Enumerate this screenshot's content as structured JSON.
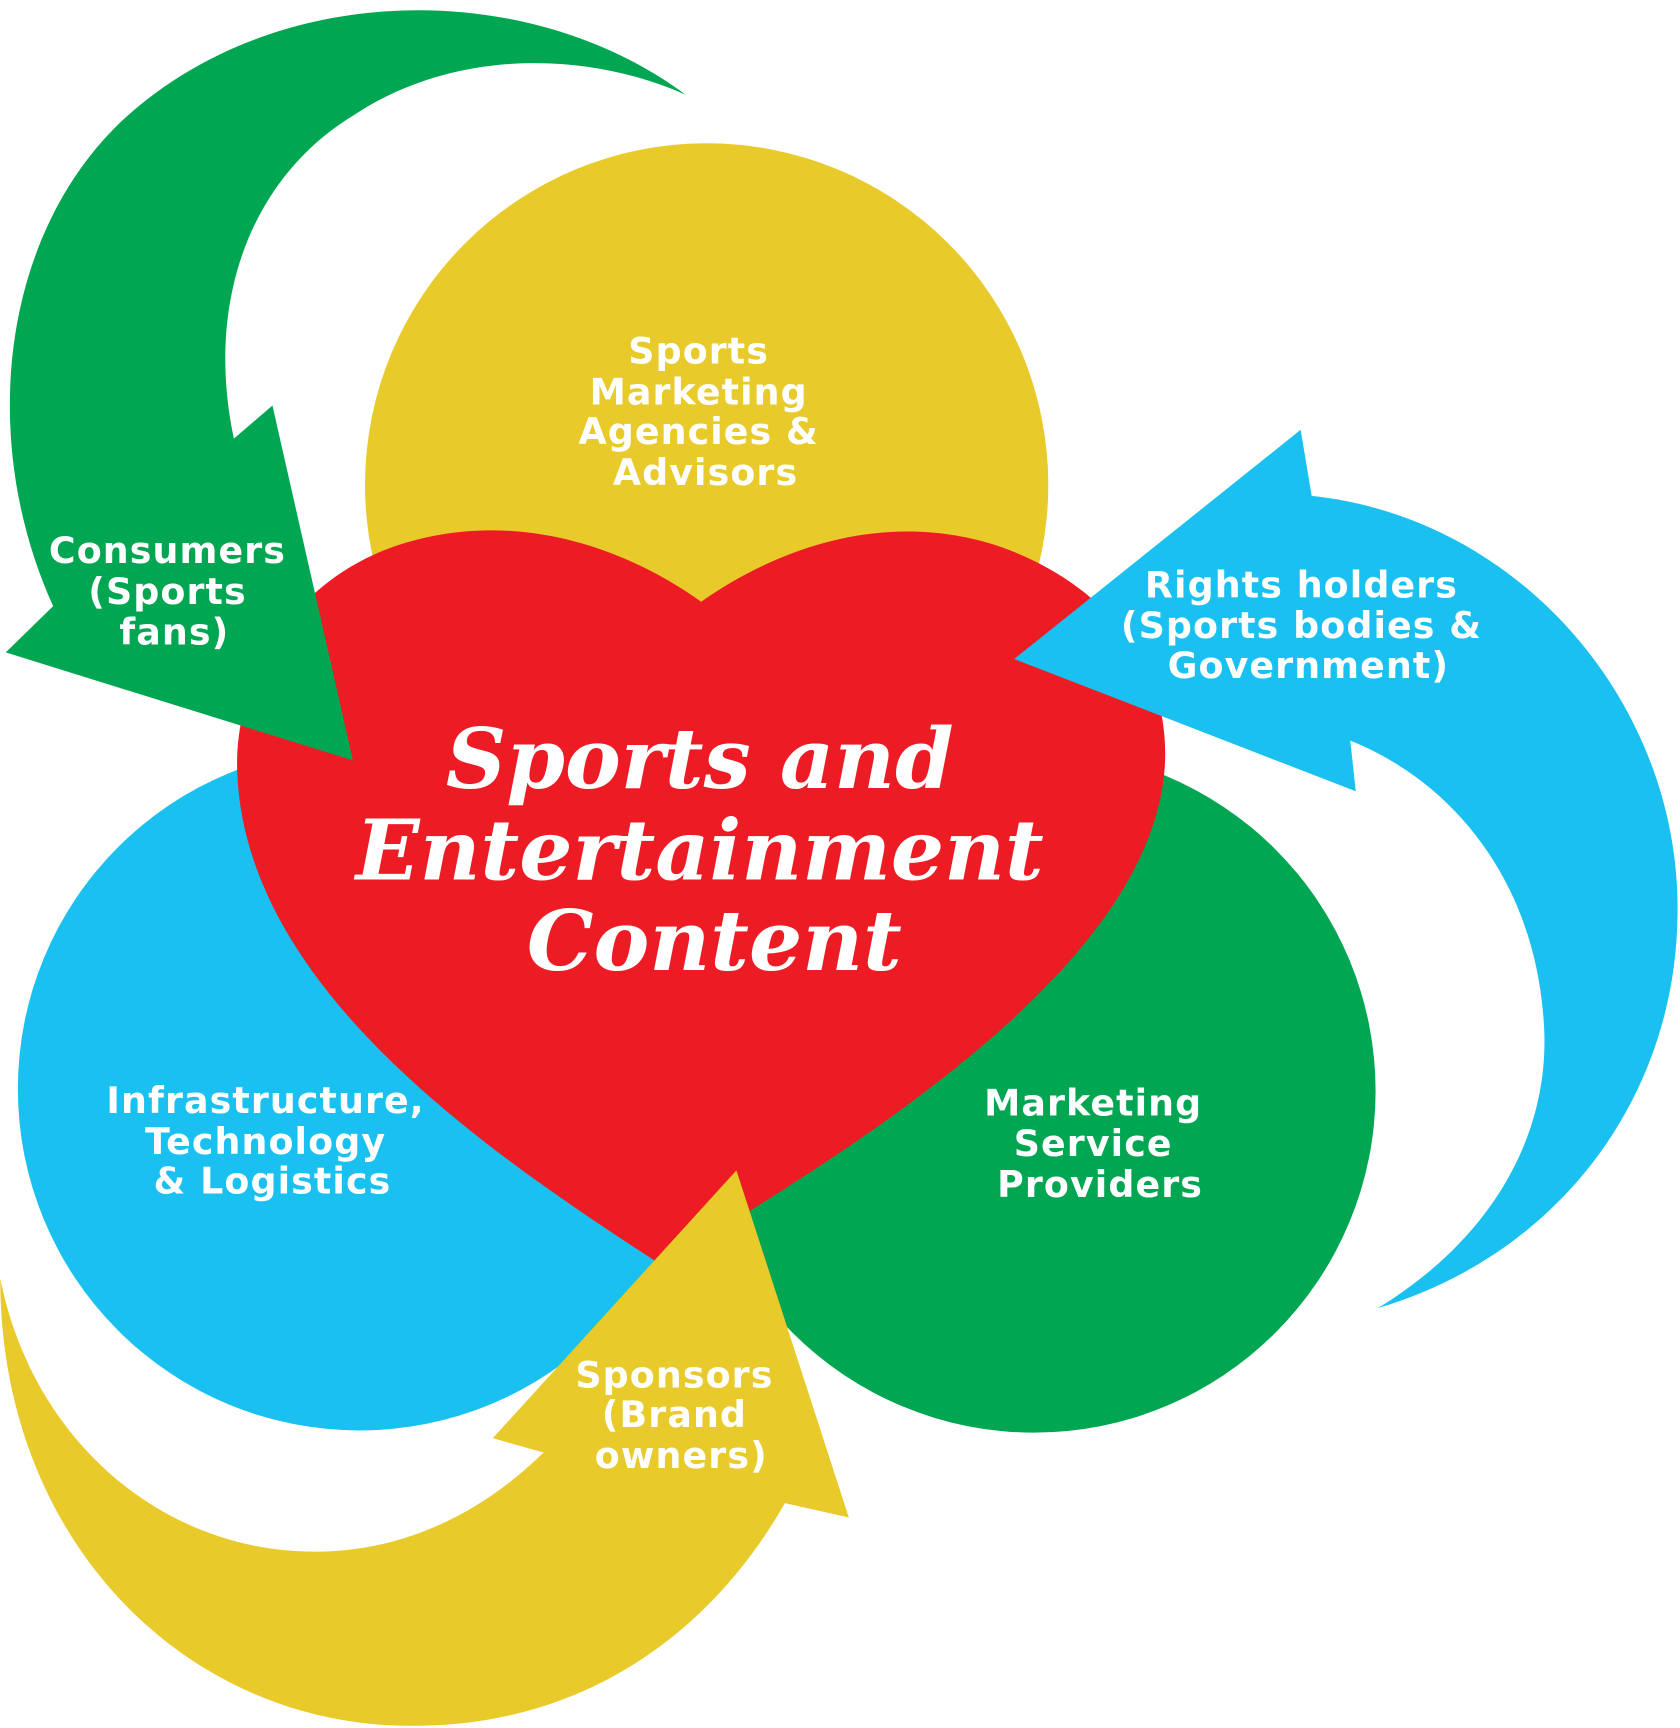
{
  "colors": {
    "green": "#00a651",
    "yellow": "#e8ca2a",
    "red": "#ed1c24",
    "blue": "#19c0f0"
  },
  "center": {
    "lines": [
      "Sports and",
      "Entertainment",
      "Content"
    ]
  },
  "circles": {
    "top": [
      "Sports",
      "Marketing",
      "Agencies &",
      "Advisors"
    ],
    "left": [
      "Infrastructure,",
      "Technology",
      "& Logistics"
    ],
    "right": [
      "Marketing",
      "Service",
      "Providers"
    ]
  },
  "arrows": {
    "consumers": [
      "Consumers",
      "(Sports",
      "fans)"
    ],
    "rights_holders": [
      "Rights holders",
      "(Sports bodies &",
      "Government)"
    ],
    "sponsors": [
      "Sponsors",
      "(Brand",
      "owners)"
    ]
  }
}
